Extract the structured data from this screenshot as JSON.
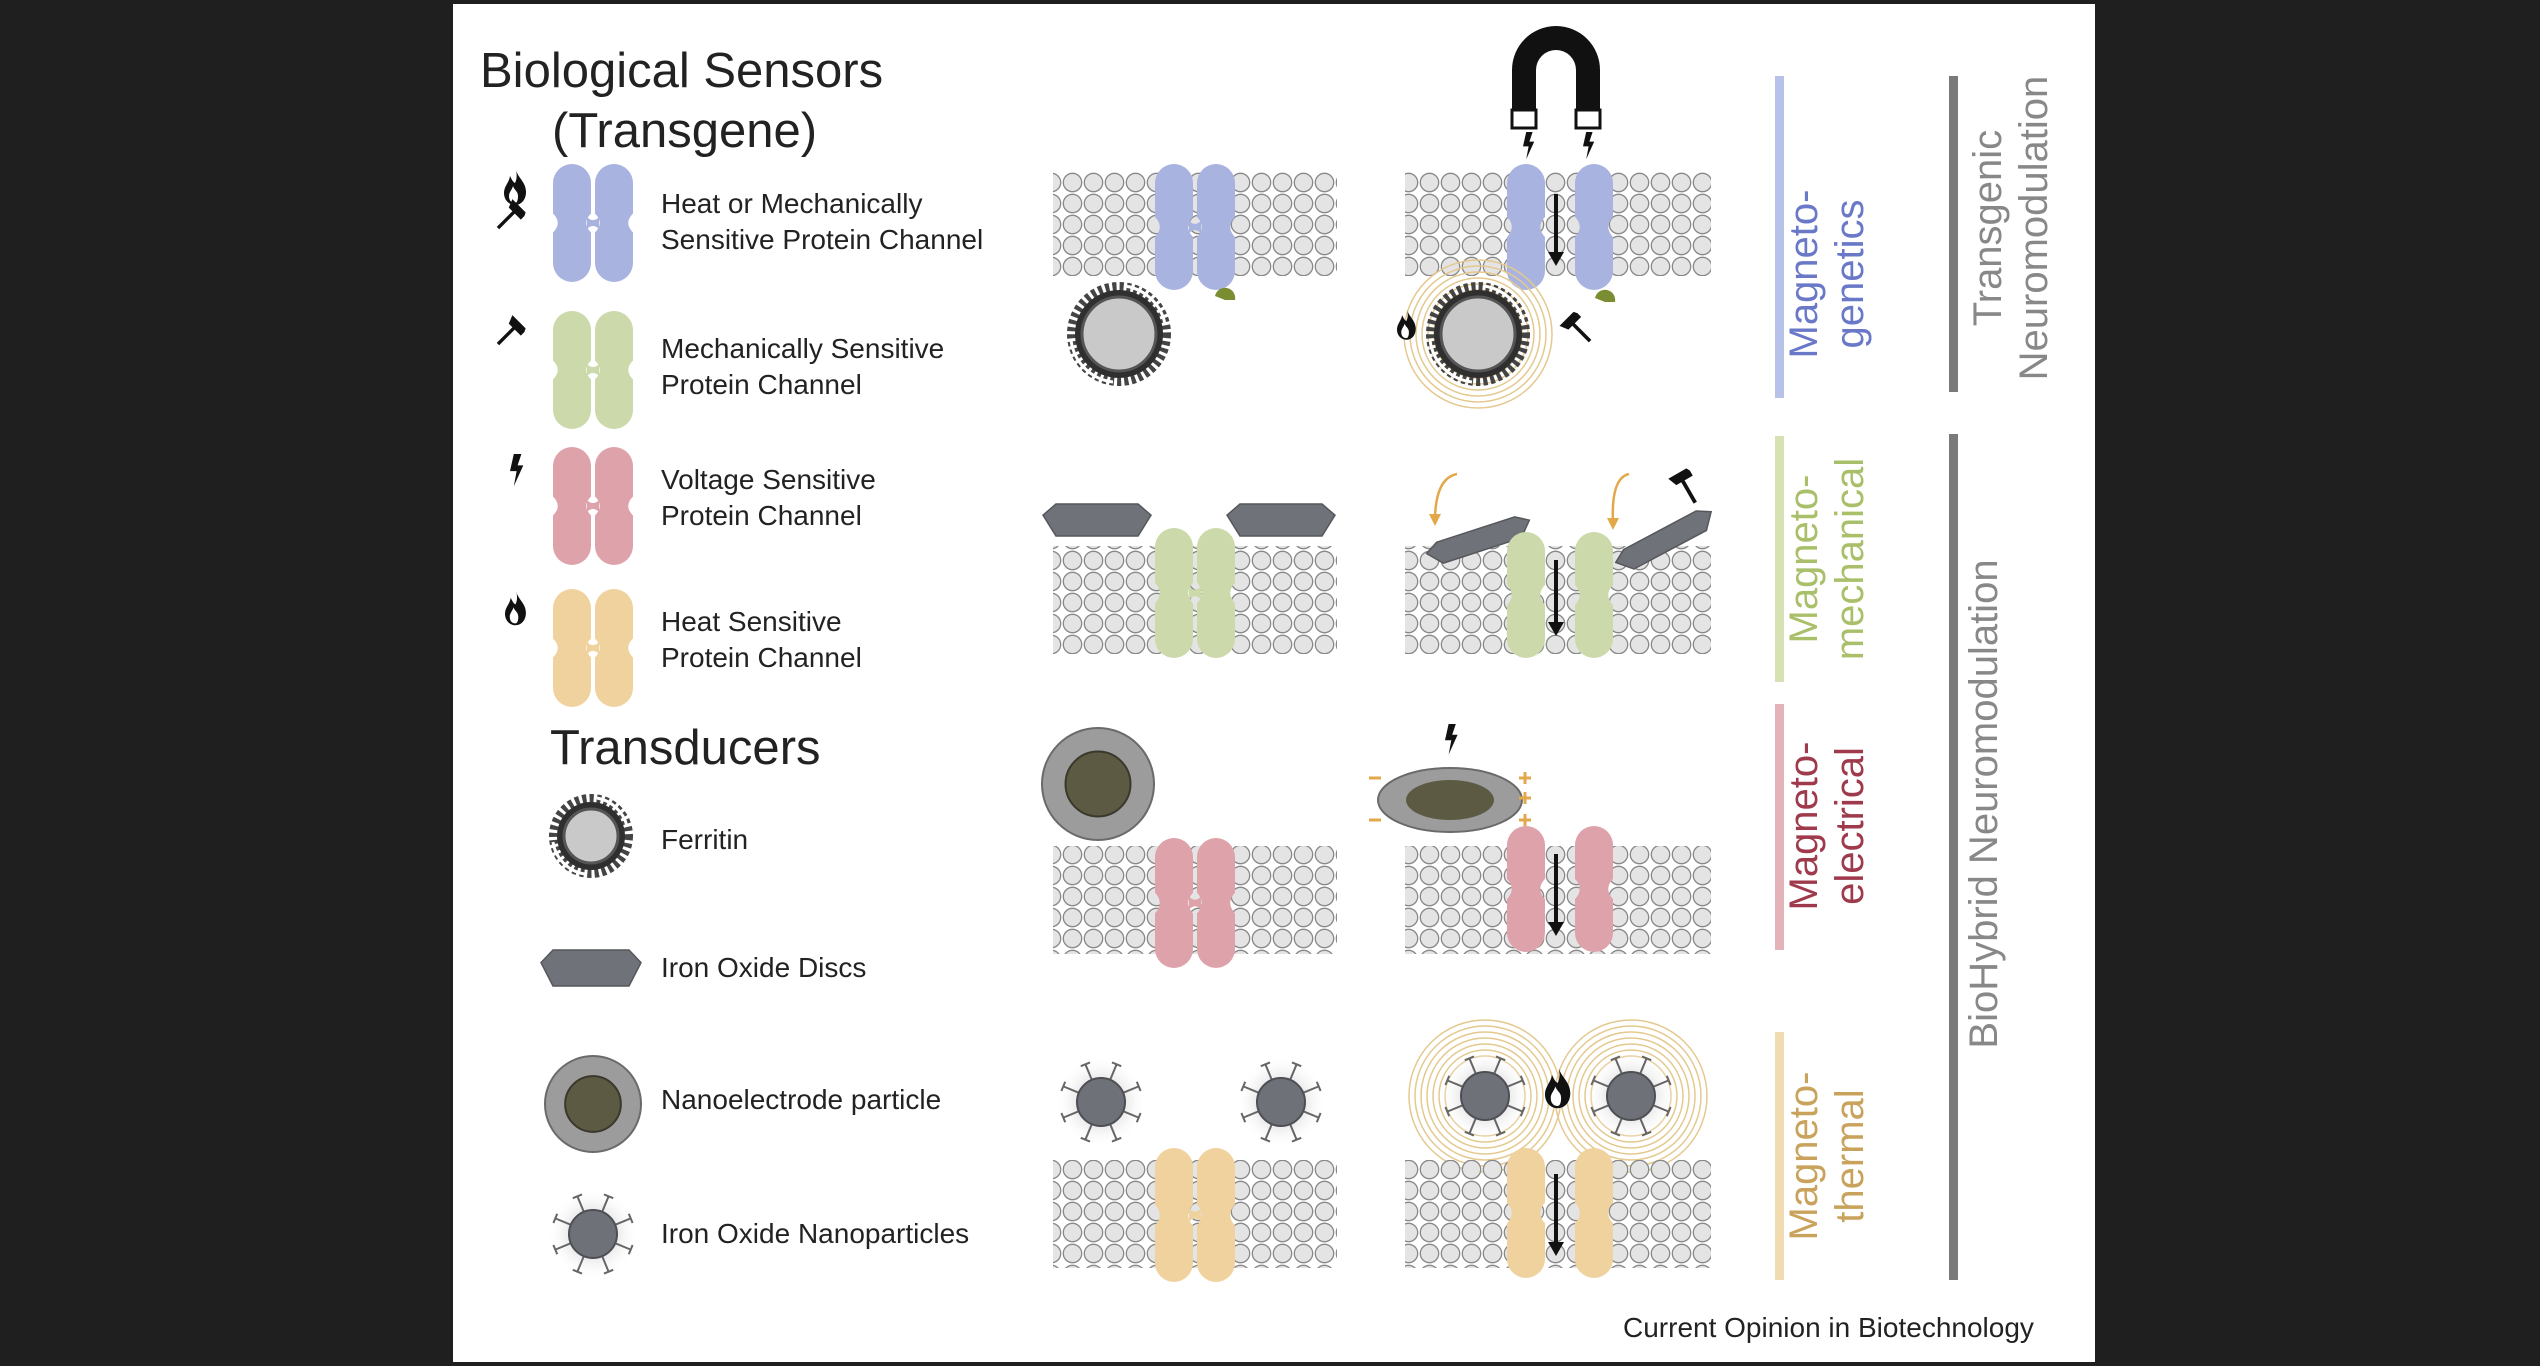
{
  "title": "Biological Sensors",
  "subtitle": "(Transgene)",
  "sensors": [
    {
      "label_lines": [
        "Heat or Mechanically",
        "Sensitive Protein Channel"
      ],
      "color": "#a9b3df",
      "icons": [
        "flame-icon",
        "hammer-icon"
      ]
    },
    {
      "label_lines": [
        "Mechanically Sensitive",
        "Protein Channel"
      ],
      "color": "#ccd9aa",
      "icons": [
        "hammer-icon"
      ]
    },
    {
      "label_lines": [
        "Voltage Sensitive",
        "Protein Channel"
      ],
      "color": "#dea3aa",
      "icons": [
        "lightning-icon"
      ]
    },
    {
      "label_lines": [
        "Heat Sensitive",
        "Protein Channel"
      ],
      "color": "#f0d29f",
      "icons": [
        "flame-icon"
      ]
    }
  ],
  "transducers_title": "Transducers",
  "transducers": [
    {
      "label": "Ferritin",
      "icon": "ferritin-icon"
    },
    {
      "label": "Iron Oxide Discs",
      "icon": "iron-oxide-disc-icon"
    },
    {
      "label": "Nanoelectrode particle",
      "icon": "nanoelectrode-particle-icon"
    },
    {
      "label": "Iron Oxide Nanoparticles",
      "icon": "iron-oxide-nanoparticle-icon"
    }
  ],
  "rows": [
    {
      "label_lines": [
        "Magneto-",
        "genetics"
      ],
      "color": "#6a78c8",
      "bar_color": "#b7c2e8"
    },
    {
      "label_lines": [
        "Magneto-",
        "mechanical"
      ],
      "color": "#a9bf6a",
      "bar_color": "#d6e2b3"
    },
    {
      "label_lines": [
        "Magneto-",
        "electrical"
      ],
      "color": "#9e3a4c",
      "bar_color": "#e3b3b9"
    },
    {
      "label_lines": [
        "Magneto-",
        "thermal"
      ],
      "color": "#c9a25c",
      "bar_color": "#f0dcb0"
    }
  ],
  "groups": [
    {
      "label_lines": [
        "Transgenic",
        "Neuromodulation"
      ],
      "color": "#888888"
    },
    {
      "label_lines": [
        "BioHybrid Neuromodulation"
      ],
      "color": "#888888"
    }
  ],
  "credit": "Current Opinion in Biotechnology"
}
